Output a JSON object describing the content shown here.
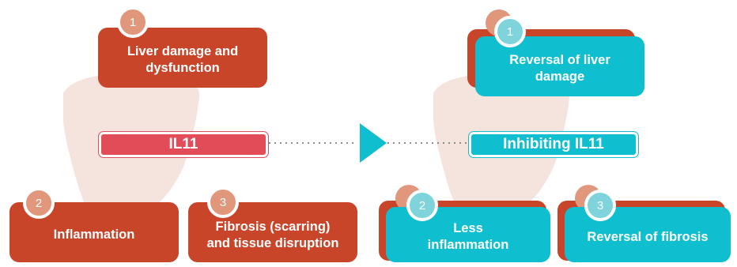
{
  "colors": {
    "damage_red": "#c8452a",
    "inhibit_teal": "#0fbfcf",
    "il11_bar": "#e24c58",
    "badge_red": "#e0977c",
    "badge_teal": "#7fd4dc",
    "liver_silhouette": "#f3e3df"
  },
  "icons": {
    "liver": "liver-silhouette-icon",
    "arrow": "right-triangle-arrow-icon"
  },
  "left": {
    "center_label": "IL11",
    "boxes": [
      {
        "number": "1",
        "label_line1": "Liver damage and",
        "label_line2": "dysfunction"
      },
      {
        "number": "2",
        "label_line1": "Inflammation",
        "label_line2": ""
      },
      {
        "number": "3",
        "label_line1": "Fibrosis (scarring)",
        "label_line2": "and tissue disruption"
      }
    ]
  },
  "right": {
    "center_label": "Inhibiting IL11",
    "boxes": [
      {
        "number": "1",
        "label_line1": "Reversal of liver",
        "label_line2": "damage"
      },
      {
        "number": "2",
        "label_line1": "Less",
        "label_line2": "inflammation"
      },
      {
        "number": "3",
        "label_line1": "Reversal of fibrosis",
        "label_line2": ""
      }
    ]
  }
}
